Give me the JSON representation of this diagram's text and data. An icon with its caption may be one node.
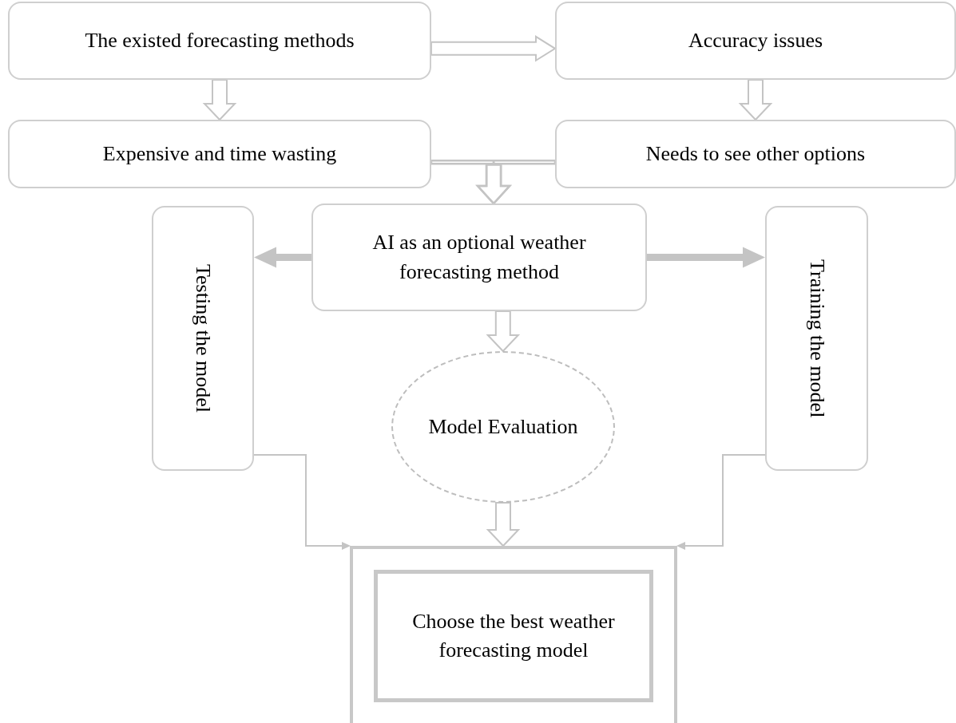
{
  "diagram": {
    "nodes": [
      {
        "text": [
          "The existed forecasting methods"
        ]
      },
      {
        "text": [
          "Accuracy issues"
        ]
      },
      {
        "text": [
          "Expensive and time wasting"
        ]
      },
      {
        "text": [
          "Needs to see other options"
        ]
      },
      {
        "text": [
          "AI as an optional weather forecasting method"
        ]
      },
      {
        "text": [
          "Testing the model"
        ]
      },
      {
        "text": [
          "Training the model"
        ]
      },
      {
        "text": [
          "Model Evaluation"
        ]
      },
      {
        "text": [],
        "shape": "box"
      },
      {
        "text": [
          "Choose the best weather forecasting model"
        ],
        "in": 8
      }
    ],
    "edges": [
      {
        "from": 0,
        "to": 1,
        "arrow": "to"
      },
      {
        "from": 0,
        "to": 2,
        "arrow": "to"
      },
      {
        "from": 1,
        "to": 3,
        "arrow": "to"
      },
      {
        "from": 2,
        "to": 4,
        "arrow": "to"
      },
      {
        "from": 3,
        "to": 4,
        "arrow": "to"
      },
      {
        "from": 4,
        "to": 5,
        "arrow": "to",
        "style": "thick"
      },
      {
        "from": 4,
        "to": 6,
        "arrow": "to",
        "style": "thick"
      },
      {
        "from": 4,
        "to": 7,
        "arrow": "to"
      },
      {
        "from": 7,
        "to": 8,
        "arrow": "to"
      },
      {
        "from": 5,
        "to": 8,
        "arrow": "to"
      },
      {
        "from": 6,
        "to": 8,
        "arrow": "to"
      }
    ]
  }
}
